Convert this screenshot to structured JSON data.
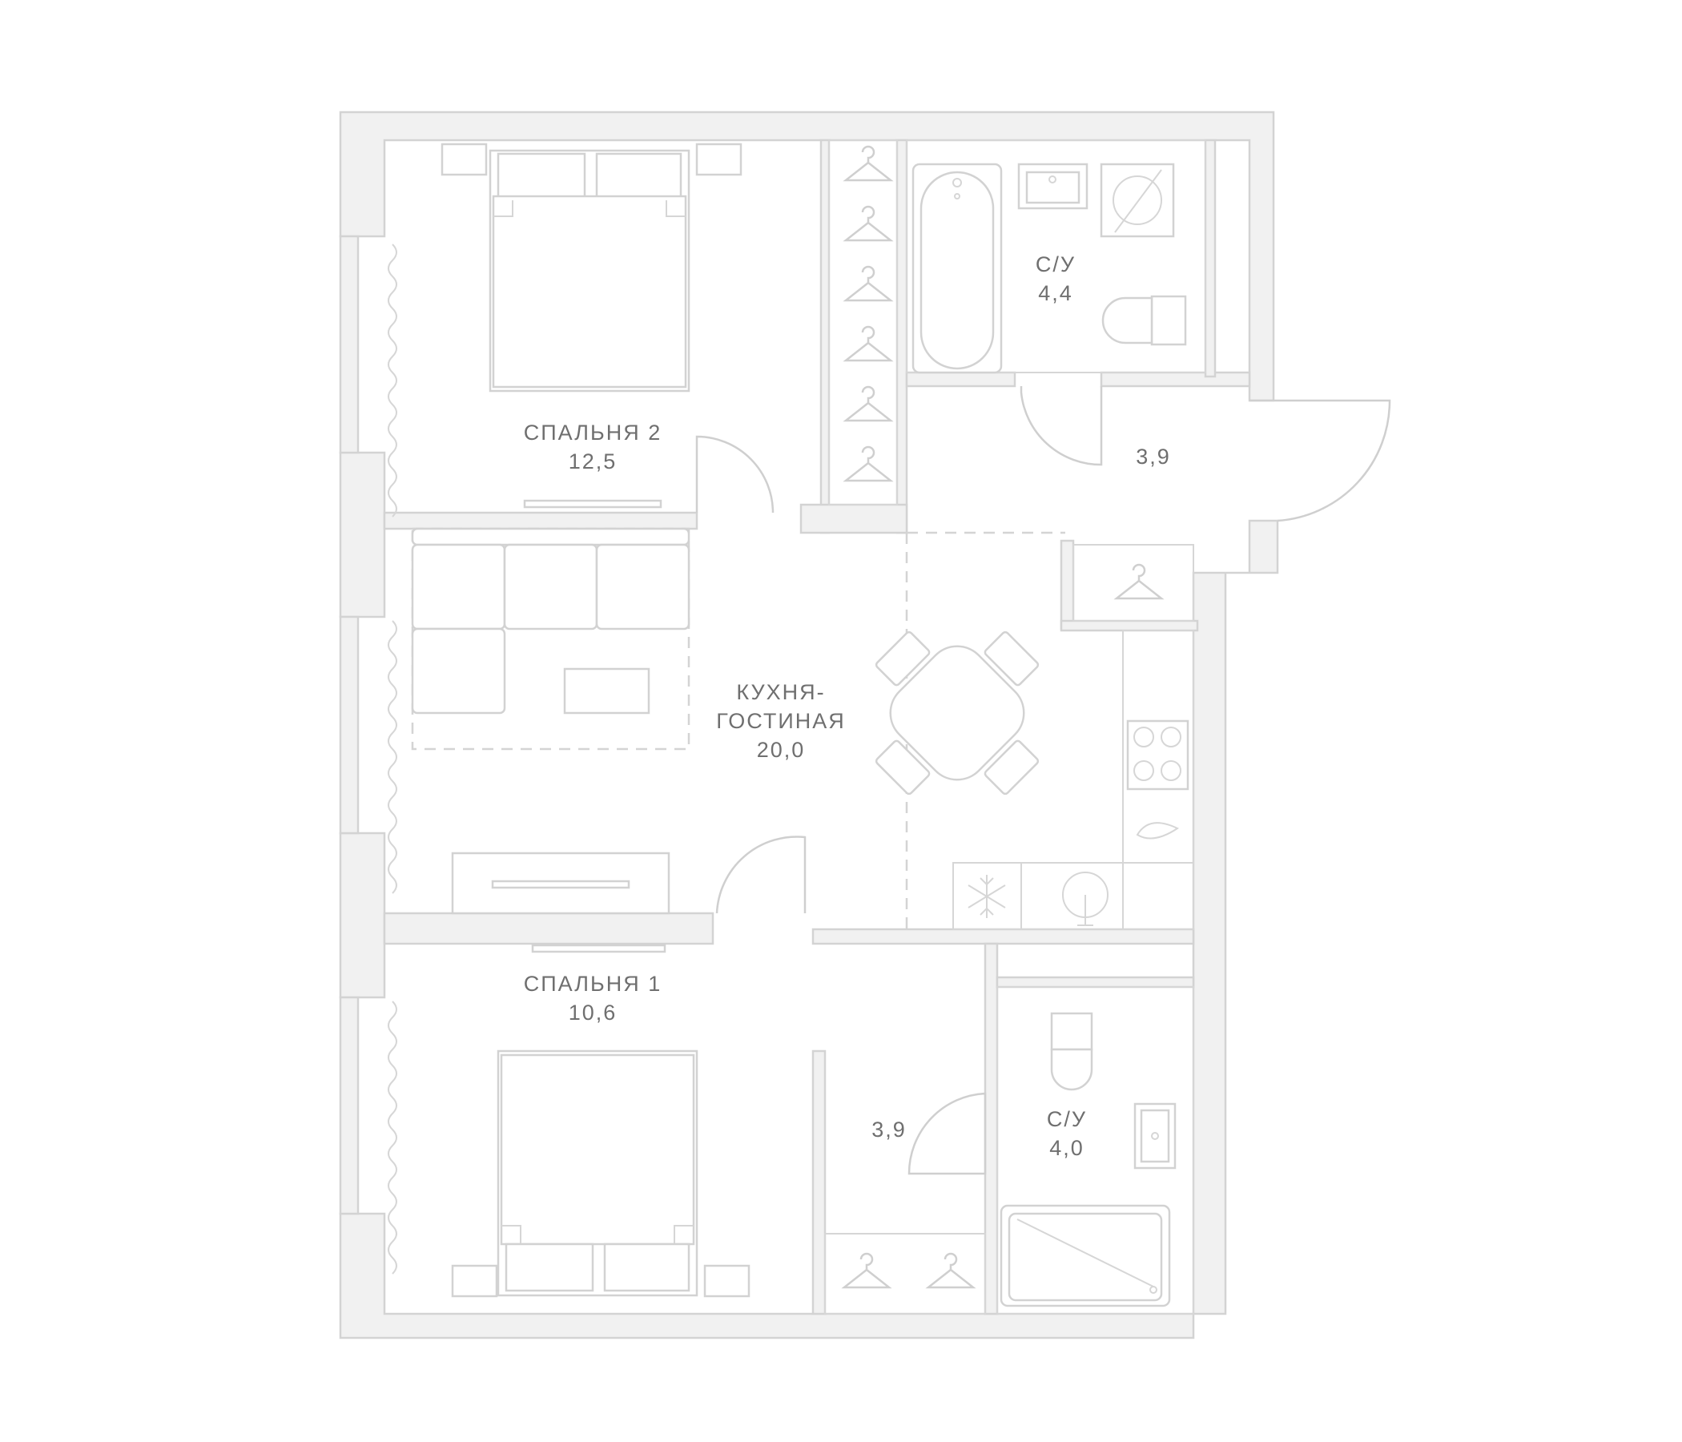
{
  "rooms": {
    "bedroom2": {
      "name": "СПАЛЬНЯ 2",
      "area": "12,5"
    },
    "bathroom_top": {
      "name": "С/У",
      "area": "4,4"
    },
    "hall_top": {
      "area": "3,9"
    },
    "kitchen_living": {
      "name_line1": "КУХНЯ-",
      "name_line2": "ГОСТИНАЯ",
      "area": "20,0"
    },
    "bedroom1": {
      "name": "СПАЛЬНЯ 1",
      "area": "10,6"
    },
    "hall_bottom": {
      "area": "3,9"
    },
    "bathroom_bottom": {
      "name": "С/У",
      "area": "4,0"
    }
  },
  "colors": {
    "wall_fill": "#f1f1f1",
    "line": "#cfcfcf",
    "text": "#6f6f6f"
  }
}
